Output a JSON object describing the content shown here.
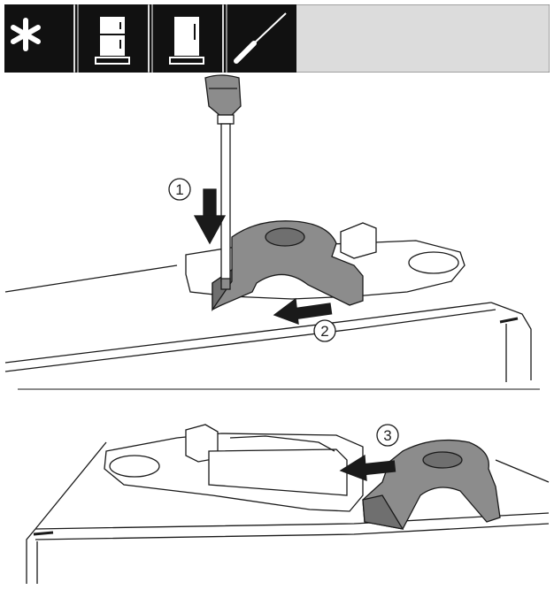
{
  "toolbar": {
    "icons": [
      {
        "name": "asterisk-icon"
      },
      {
        "name": "fridge-freezer-icon"
      },
      {
        "name": "fridge-icon"
      },
      {
        "name": "screwdriver-icon"
      }
    ],
    "colors": {
      "icon_bg": "#111111",
      "icon_fg": "#ffffff",
      "blank_bg": "#dcdcdc"
    }
  },
  "steps": [
    {
      "number": "1"
    },
    {
      "number": "2"
    },
    {
      "number": "3"
    }
  ],
  "colors": {
    "part_fill": "#8c8c8c",
    "part_dark": "#6f6f6f",
    "outline": "#1a1a1a",
    "arrow": "#1a1a1a"
  }
}
